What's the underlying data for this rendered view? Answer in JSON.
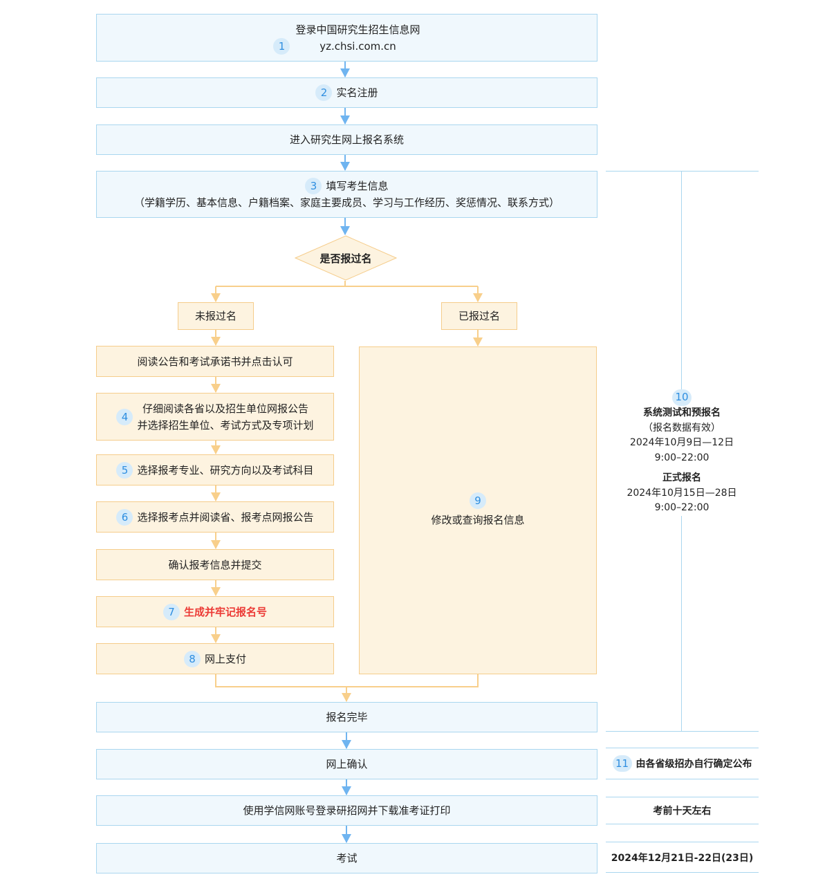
{
  "steps": {
    "login": {
      "num": "1",
      "line1": "登录中国研究生招生信息网",
      "line2": "yz.chsi.com.cn"
    },
    "register": {
      "num": "2",
      "label": "实名注册"
    },
    "enter": {
      "label": "进入研究生网上报名系统"
    },
    "fill": {
      "num": "3",
      "line1": "填写考生信息",
      "line2": "（学籍学历、基本信息、户籍档案、家庭主要成员、学习与工作经历、奖惩情况、联系方式）"
    },
    "decision": {
      "label": "是否报过名"
    },
    "not_registered": {
      "label": "未报过名"
    },
    "registered": {
      "label": "已报过名"
    },
    "read_notice": {
      "label": "阅读公告和考试承诺书并点击认可"
    },
    "select_unit": {
      "num": "4",
      "line1": "仔细阅读各省以及招生单位网报公告",
      "line2": "并选择招生单位、考试方式及专项计划"
    },
    "select_major": {
      "num": "5",
      "label": "选择报考专业、研究方向以及考试科目"
    },
    "select_site": {
      "num": "6",
      "label": "选择报考点并阅读省、报考点网报公告"
    },
    "confirm_submit": {
      "label": "确认报考信息并提交"
    },
    "generate_id": {
      "num": "7",
      "label": "生成并牢记报名号"
    },
    "payment": {
      "num": "8",
      "label": "网上支付"
    },
    "modify": {
      "num": "9",
      "label": "修改或查询报名信息"
    },
    "complete": {
      "label": "报名完毕"
    },
    "online_confirm": {
      "label": "网上确认"
    },
    "print_ticket": {
      "label": "使用学信网账号登录研招网并下载准考证打印"
    },
    "exam": {
      "label": "考试"
    }
  },
  "side": {
    "registration": {
      "num": "10",
      "title1": "系统测试和预报名",
      "note1": "（报名数据有效）",
      "date1": "2024年10月9日—12日",
      "time1": "9:00–22:00",
      "title2": "正式报名",
      "date2": "2024年10月15日—28日",
      "time2": "9:00–22:00"
    },
    "confirm": {
      "num": "11",
      "label": "由各省级招办自行确定公布"
    },
    "print": {
      "label": "考前十天左右"
    },
    "exam": {
      "label": "2024年12月21日-22日(23日)"
    }
  },
  "colors": {
    "blue_fill": "#f0f8fd",
    "blue_border": "#a9d6ef",
    "blue_arrow": "#6fb4f0",
    "orange_fill": "#fdf3e0",
    "orange_border": "#f5cc8a",
    "orange_arrow": "#f8cf8b",
    "number_badge": "#d6ebfa",
    "highlight_red": "#ec3a35"
  }
}
